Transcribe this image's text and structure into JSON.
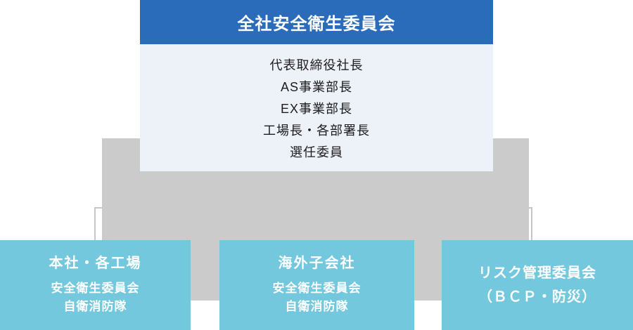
{
  "colors": {
    "header_blue": "#2a6bba",
    "panel_light_blue": "#edf1f8",
    "connector_gray": "#cbcbcb",
    "bracket_line_gray": "#c6c6c6",
    "branch_cyan": "#74c8de",
    "member_text": "#1d1d1f",
    "white_text": "#ffffff"
  },
  "top_committee": {
    "title": "全社安全衛生委員会",
    "members": [
      "代表取締役社長",
      "AS事業部長",
      "EX事業部長",
      "工場長・各部署長",
      "選任委員"
    ]
  },
  "branches": [
    {
      "title": "本社・各工場",
      "items": [
        "安全衛生委員会",
        "自衛消防隊"
      ]
    },
    {
      "title": "海外子会社",
      "items": [
        "安全衛生委員会",
        "自衛消防隊"
      ]
    },
    {
      "title_lines": [
        "リスク管理委員会",
        "（ＢＣＰ・防災）"
      ]
    }
  ]
}
